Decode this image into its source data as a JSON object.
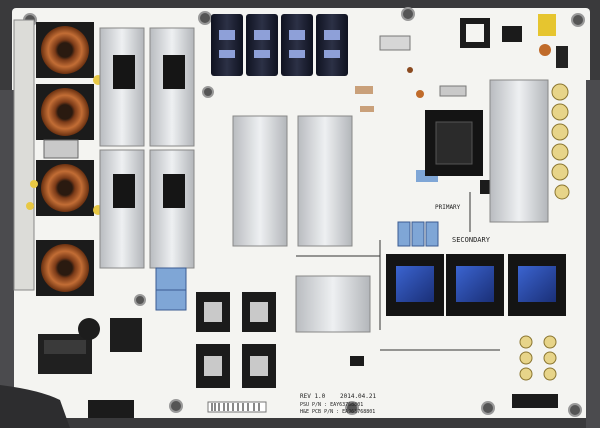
{
  "photo": {
    "labels": {
      "primary": "PRIMARY",
      "secondary": "SECONDARY",
      "rev": "REV 1.0",
      "date": "2014.04.21",
      "psu_pn": "PSU P/N : EAY63768801",
      "pcb_pn": "H&E PCB P/N : EAJ63768801"
    },
    "colors": {
      "board": "#f4f4f1",
      "toroid_copper": "#b5652f",
      "capacitor_black": "#1c1f2c",
      "heatsink": "#d4d7da",
      "transformer_blue": "#2a4fb0",
      "film_cap_blue": "#7fa6d6"
    }
  }
}
